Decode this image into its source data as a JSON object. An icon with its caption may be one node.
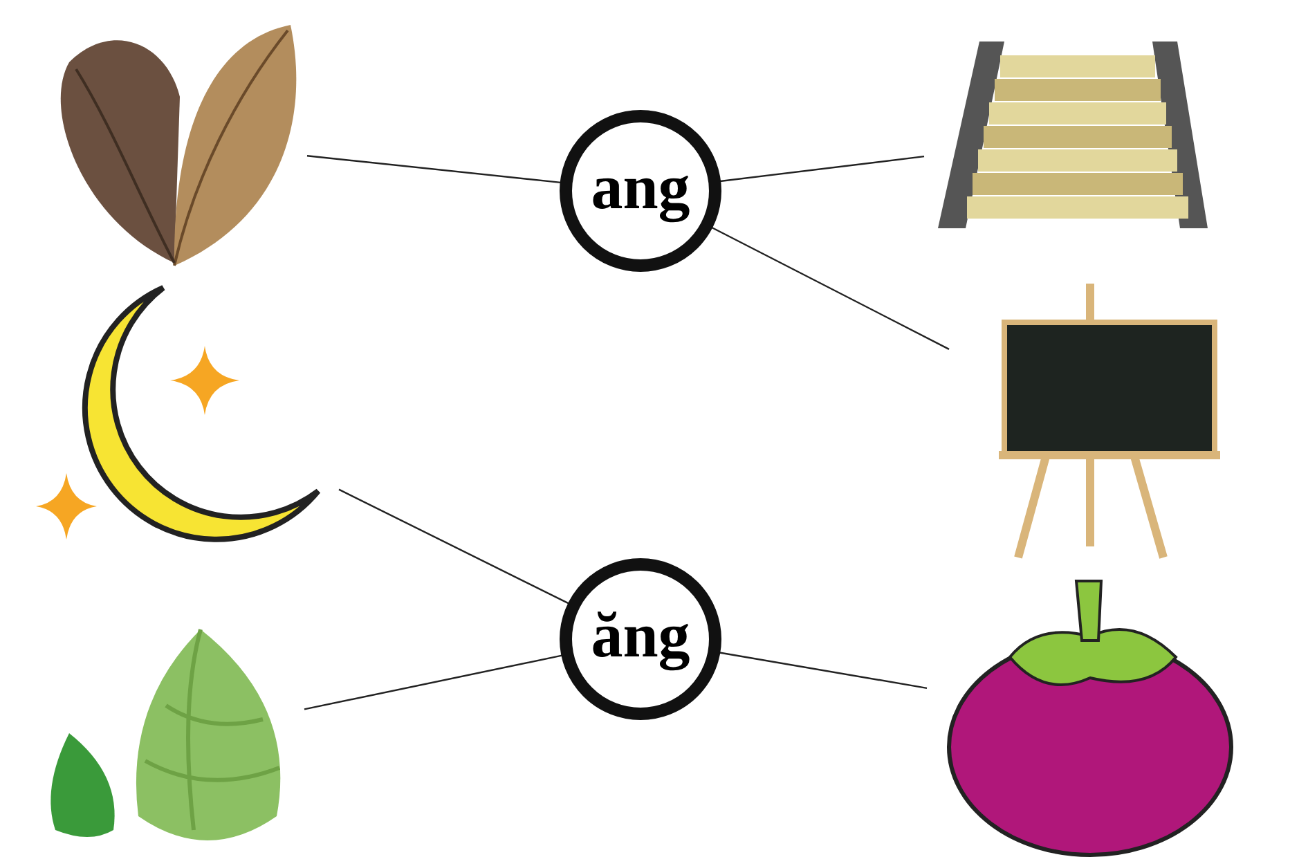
{
  "diagram": {
    "nodes": [
      {
        "text": [],
        "shape": "picture"
      },
      {
        "text": [],
        "shape": "picture"
      },
      {
        "text": [],
        "shape": "picture"
      },
      {
        "text": [
          "ang"
        ]
      },
      {
        "text": [
          "ăng"
        ]
      },
      {
        "text": [],
        "shape": "picture"
      },
      {
        "text": [],
        "shape": "picture"
      },
      {
        "text": [],
        "shape": "picture"
      }
    ],
    "edges": [
      {
        "from": 0,
        "to": 3,
        "arrow": "none"
      },
      {
        "from": 3,
        "to": 5,
        "arrow": "none"
      },
      {
        "from": 3,
        "to": 6,
        "arrow": "none"
      },
      {
        "from": 1,
        "to": 4,
        "arrow": "none"
      },
      {
        "from": 2,
        "to": 4,
        "arrow": "none"
      },
      {
        "from": 4,
        "to": 7,
        "arrow": "none"
      }
    ]
  }
}
